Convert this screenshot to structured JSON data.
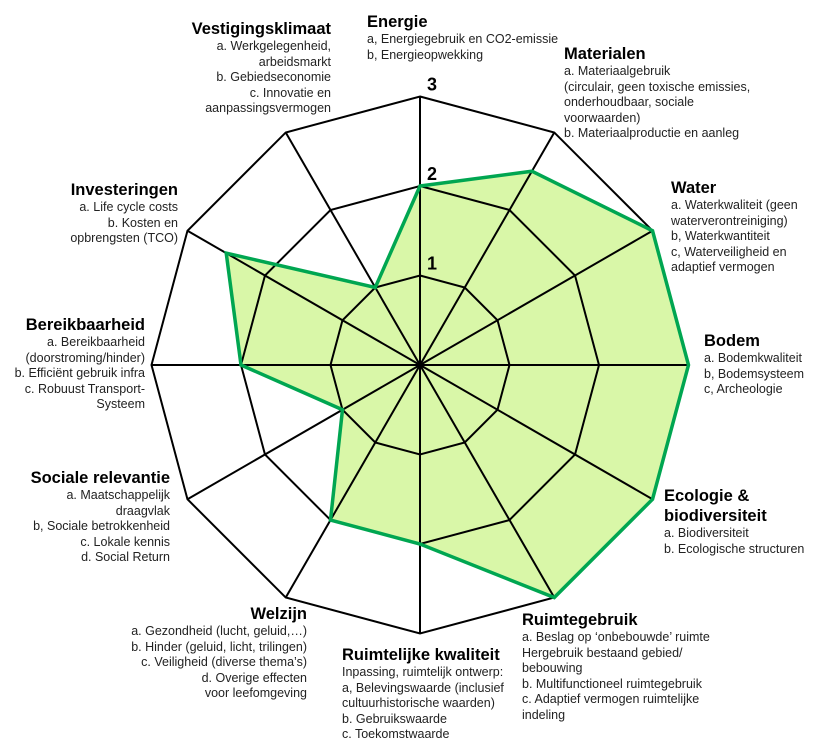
{
  "chart_data": {
    "type": "radar",
    "title": "",
    "scale": {
      "min": 0,
      "max": 3,
      "ticks": [
        1,
        2,
        3
      ]
    },
    "grid": true,
    "colors": {
      "fill": "#d9f7a8",
      "line": "#00a651",
      "grid": "#000000"
    },
    "axes": [
      {
        "name": "Energie",
        "items": [
          "a, Energiegebruik en CO2-emissie",
          "b, Energieopwekking"
        ],
        "value": 2
      },
      {
        "name": "Materialen",
        "items": [
          "a. Materiaalgebruik",
          "(circulair, geen toxische emissies,",
          "onderhoudbaar, sociale",
          "voorwaarden)",
          "b. Materiaalproductie en aanleg"
        ],
        "value": 2.5
      },
      {
        "name": "Water",
        "items": [
          "a. Waterkwaliteit (geen",
          "waterverontreiniging)",
          "b, Waterkwantiteit",
          "c, Waterveiligheid en",
          "adaptief vermogen"
        ],
        "value": 3
      },
      {
        "name": "Bodem",
        "items": [
          "a. Bodemkwaliteit",
          "b, Bodemsysteem",
          "c, Archeologie"
        ],
        "value": 3
      },
      {
        "name": "Ecologie & biodiversiteit",
        "name_lines": [
          "Ecologie &",
          "biodiversiteit"
        ],
        "items": [
          "a. Biodiversiteit",
          "b. Ecologische structuren"
        ],
        "value": 3
      },
      {
        "name": "Ruimtegebruik",
        "items": [
          "a. Beslag op ‘onbebouwde’ ruimte",
          "Hergebruik bestaand gebied/",
          "bebouwing",
          "b. Multifunctioneel ruimtegebruik",
          "c. Adaptief vermogen ruimtelijke",
          "indeling"
        ],
        "value": 3
      },
      {
        "name": "Ruimtelijke kwaliteit",
        "items": [
          "Inpassing, ruimtelijk ontwerp:",
          "a, Belevingswaarde (inclusief",
          "cultuurhistorische waarden)",
          "b. Gebruikswaarde",
          "c. Toekomstwaarde"
        ],
        "value": 2
      },
      {
        "name": "Welzijn",
        "items": [
          "a. Gezondheid (lucht, geluid,…)",
          "b. Hinder (geluid, licht, trilingen)",
          "c. Veiligheid (diverse thema’s)",
          "d. Overige effecten",
          "voor leefomgeving"
        ],
        "value": 2
      },
      {
        "name": "Sociale relevantie",
        "items": [
          "a. Maatschappelijk",
          "draagvlak",
          "b, Sociale betrokkenheid",
          "c. Lokale kennis",
          "d. Social Return"
        ],
        "value": 1
      },
      {
        "name": "Bereikbaarheid",
        "items": [
          "a. Bereikbaarheid",
          "(doorstroming/hinder)",
          "b. Efficiënt gebruik infra",
          "c. Robuust Transport-",
          "Systeem"
        ],
        "value": 2
      },
      {
        "name": "Investeringen",
        "items": [
          "a. Life cycle costs",
          "b. Kosten en",
          "opbrengsten (TCO)"
        ],
        "value": 2.5
      },
      {
        "name": "Vestigingsklimaat",
        "items": [
          "a. Werkgelegenheid,",
          "arbeidsmarkt",
          "b. Gebiedseconomie",
          "c. Innovatie en",
          "aanpassingsvermogen"
        ],
        "value": 1
      }
    ]
  }
}
